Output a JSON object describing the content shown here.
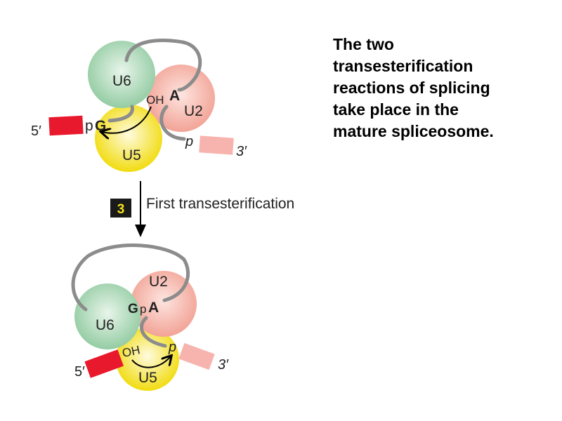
{
  "caption": [
    "The two",
    "transesterification",
    "reactions of splicing",
    "take place in the",
    "mature spliceosome."
  ],
  "step": {
    "number": "3",
    "label": "First transesterification"
  },
  "top": {
    "u6": "U6",
    "u2": "U2",
    "u5": "U5",
    "oh": "OH",
    "a": "A",
    "p_g": "p",
    "g": "G",
    "five": "5′",
    "p3": "p",
    "three": "3′"
  },
  "bottom": {
    "u6": "U6",
    "u2": "U2",
    "u5": "U5",
    "g": "G",
    "p_a": "p",
    "a": "A",
    "oh": "OH",
    "p3": "p",
    "five": "5′",
    "three": "3′"
  },
  "colors": {
    "u6": "#9fd4ad",
    "u2": "#f5aaa0",
    "u5": "#f3e21a",
    "exon1": "#e8192c",
    "exon2": "#f7b4ae",
    "intron": "#8c8c8c"
  }
}
